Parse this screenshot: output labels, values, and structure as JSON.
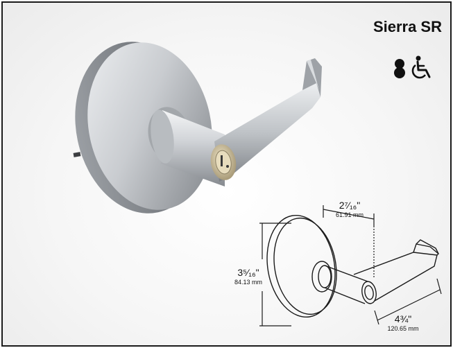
{
  "product": {
    "title": "Sierra SR"
  },
  "badges": {
    "figure8_icon": "figure-8-keyway-icon",
    "accessibility_icon": "wheelchair-accessible-icon"
  },
  "dimensions": {
    "width": {
      "inches": "2⁷⁄₁₆\"",
      "mm": "61.91 mm"
    },
    "height": {
      "inches": "3⁵⁄₁₆\"",
      "mm": "84.13 mm"
    },
    "projection": {
      "inches": "4¾\"",
      "mm": "120.65 mm"
    }
  },
  "colors": {
    "border": "#1a1a1a",
    "text": "#111111",
    "chrome_light": "#e4e6e8",
    "chrome_dark": "#8d9196"
  }
}
